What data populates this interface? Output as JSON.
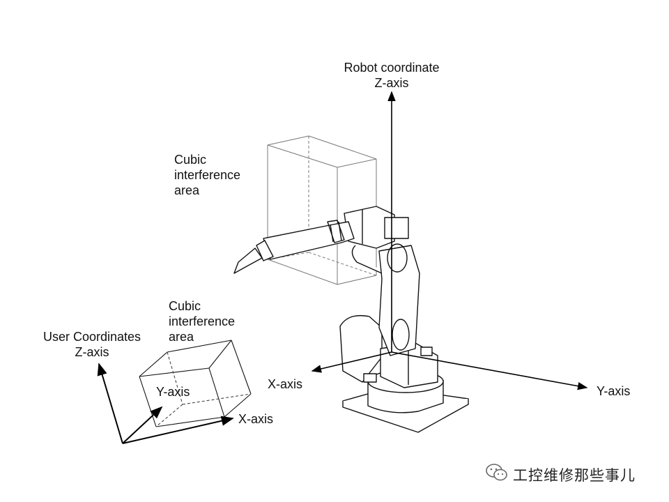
{
  "robot_axes": {
    "z_label_line1": "Robot coordinate",
    "z_label_line2": "Z-axis",
    "x_label": "X-axis",
    "y_label": "Y-axis"
  },
  "robot_cube": {
    "line1": "Cubic",
    "line2": "interference",
    "line3": "area"
  },
  "user_axes": {
    "z_label_line1": "User Coordinates",
    "z_label_line2": "Z-axis",
    "x_label": "X-axis",
    "y_label": "Y-axis"
  },
  "user_cube": {
    "line1": "Cubic",
    "line2": "interference",
    "line3": "area"
  },
  "watermark": {
    "text": "工控维修那些事儿",
    "icon": "wechat-icon"
  }
}
